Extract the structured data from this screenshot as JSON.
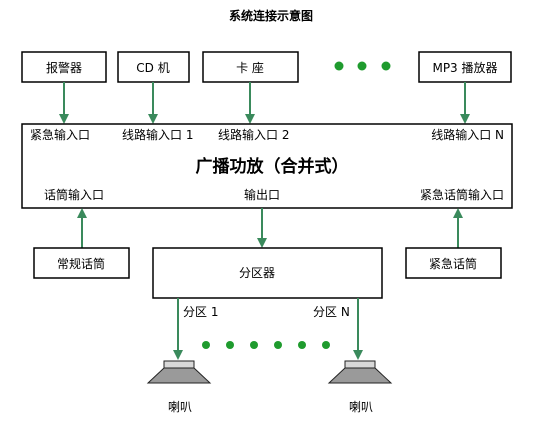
{
  "title": "系统连接示意图",
  "sources": {
    "alarm": "报警器",
    "cd": "CD 机",
    "deck": "卡 座",
    "mp3": "MP3 播放器"
  },
  "amplifier": {
    "name": "广播功放（合并式）",
    "emergency_in": "紧急输入口",
    "line_in_1": "线路输入口 1",
    "line_in_2": "线路输入口 2",
    "line_in_n": "线路输入口 N",
    "mic_in": "话筒输入口",
    "output": "输出口",
    "emergency_mic_in": "紧急话筒输入口"
  },
  "mic_normal": "常规话筒",
  "mic_emergency": "紧急话筒",
  "zoner": {
    "name": "分区器",
    "zone_1": "分区 1",
    "zone_n": "分区 N"
  },
  "speaker_1": "喇叭",
  "speaker_n": "喇叭",
  "colors": {
    "arrow": "#3a8a5c",
    "dots": "#1f9b2e"
  }
}
